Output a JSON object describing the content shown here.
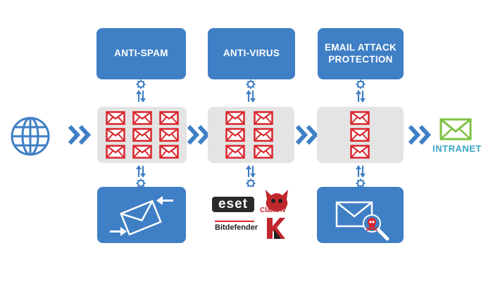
{
  "stages": [
    {
      "name": "anti-spam",
      "label": "ANTI-SPAM"
    },
    {
      "name": "anti-virus",
      "label": "ANTI-VIRUS"
    },
    {
      "name": "email-attack-protection",
      "label": "EMAIL ATTACK\nPROTECTION"
    }
  ],
  "destination": {
    "label": "INTRANET"
  },
  "vendors": {
    "eset": "eset",
    "clamav": "ClamAV",
    "bitdefender": "Bitdefender"
  },
  "colors": {
    "box_blue": "#3f7fc5",
    "panel_gray": "#e4e4e4",
    "mail_red": "#d9262c",
    "arrow_blue": "#3f7fc5",
    "intranet_green": "#7ec242",
    "intranet_text": "#3aa6c6"
  },
  "icons": [
    "globe-icon",
    "chevron-right-icon",
    "gear-icon",
    "up-down-arrows-icon",
    "envelope-icon",
    "envelope-exchange-icon",
    "envelope-search-icon",
    "skull-icon",
    "intranet-envelope-icon"
  ]
}
